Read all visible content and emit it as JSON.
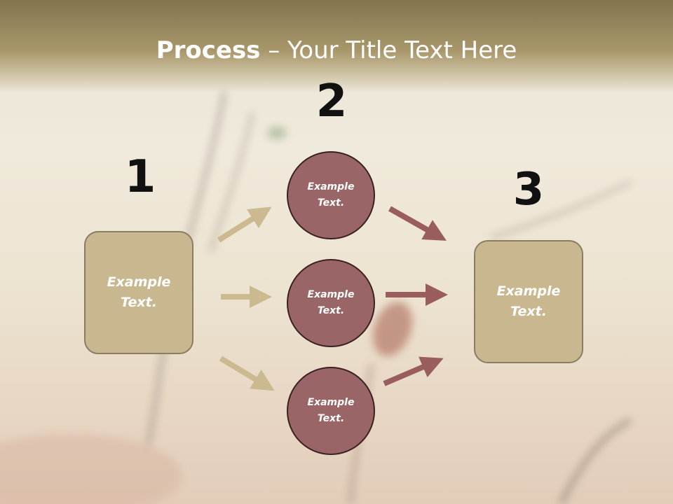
{
  "title": {
    "bold": "Process",
    "rest": " – Your Title Text Here"
  },
  "steps": {
    "one": {
      "number": "1",
      "box_text": "Example Text."
    },
    "two": {
      "number": "2",
      "circles": [
        "Example Text.",
        "Example Text.",
        "Example Text."
      ]
    },
    "three": {
      "number": "3",
      "box_text": "Example Text."
    }
  },
  "colors": {
    "title_bar": "#a8976a",
    "box_fill": "#c9b790",
    "circle_fill": "#9a6566",
    "arrow_left": "#cbb98f",
    "arrow_right": "#9a5d5e"
  }
}
